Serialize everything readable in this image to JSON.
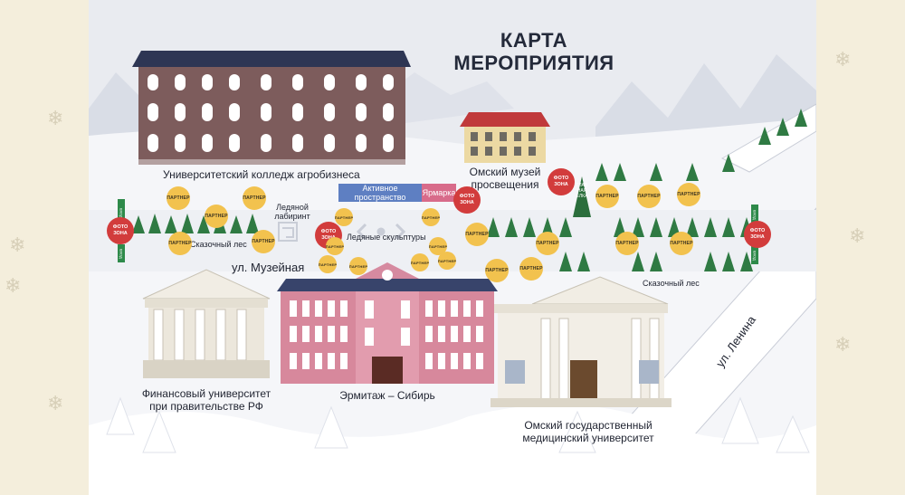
{
  "map": {
    "title_line1": "КАРТА",
    "title_line2": "МЕРОПРИЯТИЯ",
    "buildings": {
      "agro_college": "Университетский колледж агробизнеса",
      "omsk_museum_line1": "Омский музей",
      "omsk_museum_line2": "просвещения",
      "finance_univ_line1": "Финансовый университет",
      "finance_univ_line2": "при правительстве РФ",
      "hermitage": "Эрмитаж – Сибирь",
      "med_univ_line1": "Омский государственный",
      "med_univ_line2": "медицинский университет"
    },
    "zones": {
      "ice_labyrinth_line1": "Ледяной",
      "ice_labyrinth_line2": "лабиринт",
      "ice_sculptures": "Ледяные скульптуры",
      "active_space_line1": "Активное",
      "active_space_line2": "пространство",
      "fair": "Ярмарка",
      "main_tree_line1": "ГЛАВ",
      "main_tree_line2": "НАЯ",
      "main_tree_line3": "ЕЛКА",
      "fairy_forest_left": "Сказочный лес",
      "fairy_forest_right": "Сказочный лес"
    },
    "streets": {
      "museum_street": "ул. Музейная",
      "lenin_street": "ул. Ленина"
    },
    "markers": {
      "partner": "ПАРТНЕР",
      "photo_line1": "ФОТО",
      "photo_line2": "ЗОНА",
      "entrance": "ВХОД"
    },
    "colors": {
      "partner": "#f2c24e",
      "photo_zone": "#d23c3c",
      "active_space": "#5e7fc2",
      "fair": "#d86b8a",
      "trees": "#2f7a43"
    }
  }
}
